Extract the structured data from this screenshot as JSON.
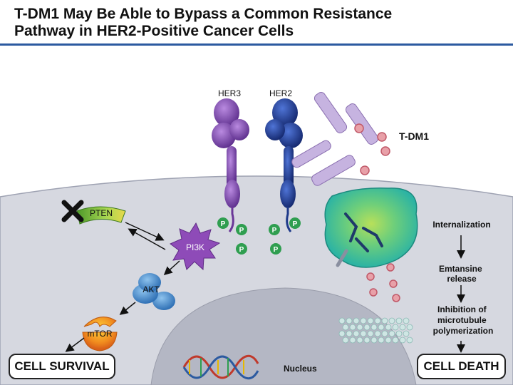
{
  "slide": {
    "title_line1": "T-DM1 May Be Able to Bypass a Common Resistance",
    "title_line2": "Pathway in HER2-Positive Cancer Cells"
  },
  "diagram": {
    "labels": {
      "her3": "HER3",
      "her2": "HER2",
      "tdm1": "T-DM1",
      "pten": "PTEN",
      "pi3k": "PI3K",
      "akt": "AKT",
      "mtor": "mTOR",
      "nucleus": "Nucleus",
      "phospho": "P",
      "internalization": "Internalization",
      "emtansine_release": "Emtansine release",
      "emtansine_line1": "Emtansine",
      "emtansine_line2": "release",
      "inhibition_line1": "Inhibition of",
      "inhibition_line2": "microtubule",
      "inhibition_line3": "polymerization",
      "cell_survival": "CELL SURVIVAL",
      "cell_death": "CELL DEATH"
    },
    "colors": {
      "title_rule": "#2c5aa0",
      "her3": "#7b3fa8",
      "her2": "#1f3a8a",
      "tdm1_antibody": "#c6b3e0",
      "payload": "#e8a0a8",
      "pten": "#7cbf3a",
      "pi3k": "#8e4bb8",
      "akt": "#3f86c8",
      "mtor": "#f08a1e",
      "phospho": "#2f9e50",
      "cell": "#d6d8e0",
      "nucleus": "#b4b7c4",
      "endosome": "#2bb3a4"
    }
  }
}
